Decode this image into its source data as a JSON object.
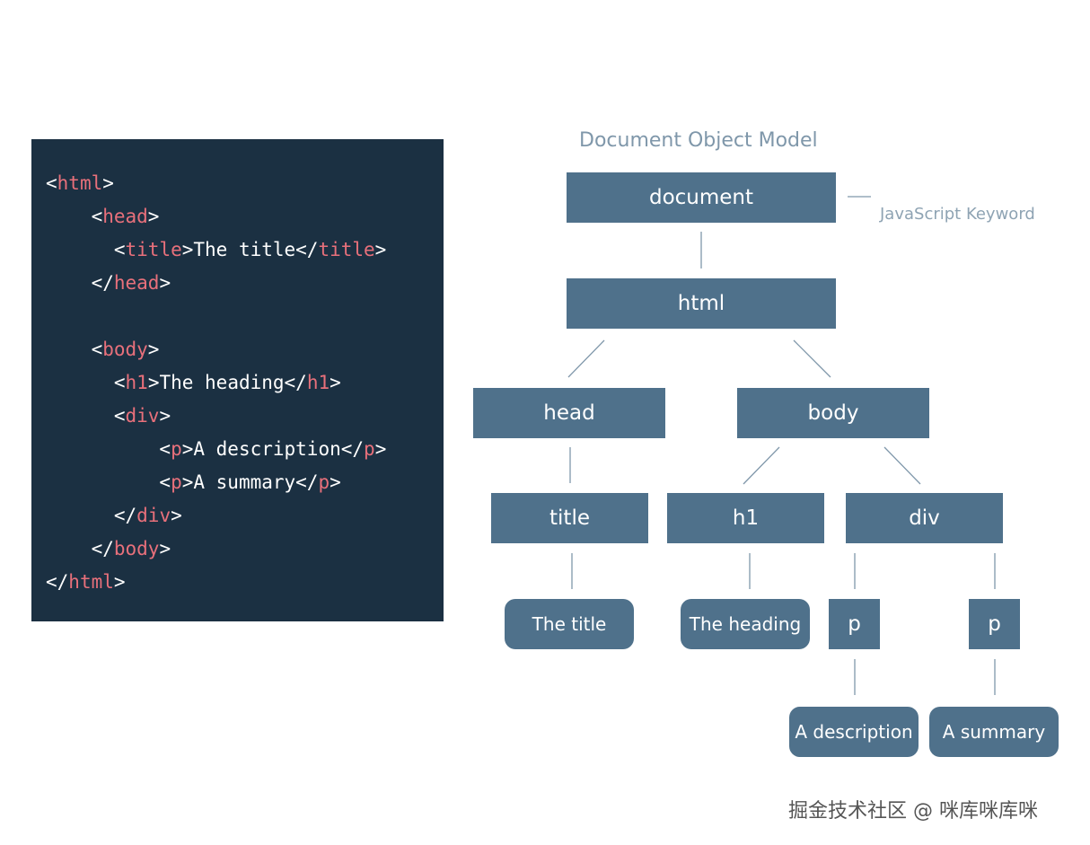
{
  "code": {
    "lines": [
      [
        "<",
        {
          "t": "html"
        },
        ">"
      ],
      [
        "    <",
        {
          "t": "head"
        },
        ">"
      ],
      [
        "      <",
        {
          "t": "title"
        },
        ">The title</",
        {
          "t": "title"
        },
        ">"
      ],
      [
        "    </",
        {
          "t": "head"
        },
        ">"
      ],
      [
        ""
      ],
      [
        "    <",
        {
          "t": "body"
        },
        ">"
      ],
      [
        "      <",
        {
          "t": "h1"
        },
        ">The heading</",
        {
          "t": "h1"
        },
        ">"
      ],
      [
        "      <",
        {
          "t": "div"
        },
        ">"
      ],
      [
        "          <",
        {
          "t": "p"
        },
        ">A description</",
        {
          "t": "p"
        },
        ">"
      ],
      [
        "          <",
        {
          "t": "p"
        },
        ">A summary</",
        {
          "t": "p"
        },
        ">"
      ],
      [
        "      </",
        {
          "t": "div"
        },
        ">"
      ],
      [
        "    </",
        {
          "t": "body"
        },
        ">"
      ],
      [
        "</",
        {
          "t": "html"
        },
        ">"
      ]
    ]
  },
  "diagram": {
    "title": "Document Object Model",
    "keyword_label": "JavaScript Keyword",
    "nodes": {
      "document": "document",
      "html": "html",
      "head": "head",
      "body": "body",
      "title": "title",
      "h1": "h1",
      "div": "div",
      "p1": "p",
      "p2": "p",
      "text_title": "The title",
      "text_heading": "The heading",
      "text_description": "A description",
      "text_summary": "A summary"
    }
  },
  "watermark": "掘金技术社区 @ 咪库咪库咪",
  "colors": {
    "code_bg": "#1b3042",
    "tag": "#e8707b",
    "node": "#4f718b",
    "connector": "#7f97aa"
  }
}
